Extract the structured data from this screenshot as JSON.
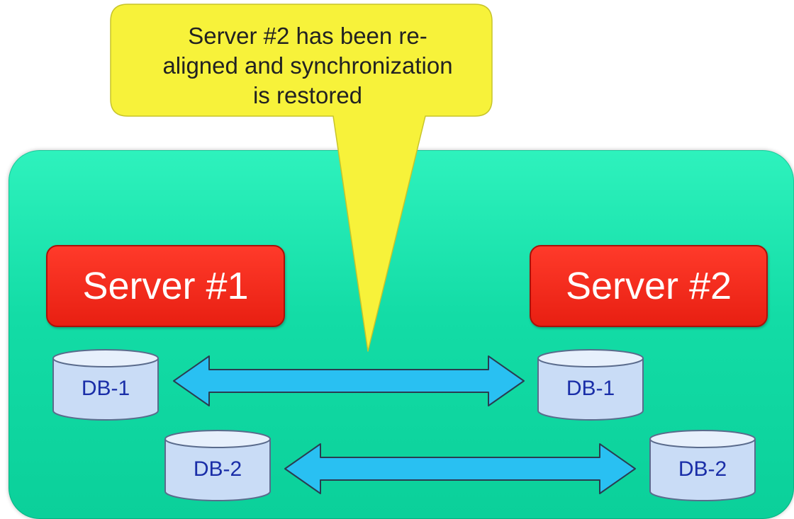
{
  "callout": {
    "lines": [
      "Server #2 has been re-",
      "aligned and synchronization",
      "is restored"
    ]
  },
  "servers": [
    {
      "label": "Server #1"
    },
    {
      "label": "Server #2"
    }
  ],
  "databases": {
    "left": [
      {
        "label": "DB-1"
      },
      {
        "label": "DB-2"
      }
    ],
    "right": [
      {
        "label": "DB-1"
      },
      {
        "label": "DB-2"
      }
    ]
  },
  "colors": {
    "panel": "#13dca6",
    "server": "#e81f12",
    "callout": "#f7f23a",
    "arrow": "#29c0f2",
    "db": "#c9dcf6",
    "db_text": "#1a2ea8"
  }
}
